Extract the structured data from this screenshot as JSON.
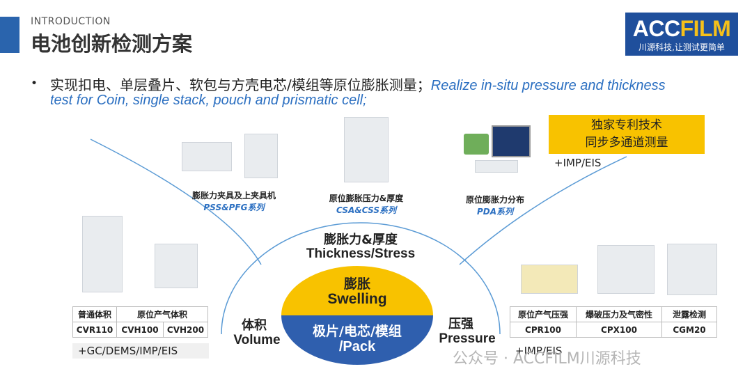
{
  "header": {
    "intro": "INTRODUCTION",
    "title": "电池创新检测方案"
  },
  "logo": {
    "brand_part1": "ACC",
    "brand_part2": "FILM",
    "tagline": "川源科技,让测试更简单"
  },
  "bullet": {
    "marker": "•",
    "cn_text": "实现扣电、单层叠片、软包与方壳电芯/模组等原位膨胀测量；",
    "en_text_line1": "Realize in-situ pressure and thickness",
    "en_text_line2": "test for Coin, single stack, pouch and prismatic cell;"
  },
  "patent": {
    "line1": "独家专利技术",
    "line2": "同步多通道测量",
    "plus": "+IMP/EIS"
  },
  "top_products": [
    {
      "label": "膨胀力夹具及上夹具机",
      "series": "PSS&PFG系列"
    },
    {
      "label": "原位膨胀压力&厚度",
      "series": "CSA&CSS系列"
    },
    {
      "label": "原位膨胀力分布",
      "series": "PDA系列"
    }
  ],
  "left_table": {
    "headers": [
      "普通体积",
      "原位产气体积"
    ],
    "models": [
      "CVR110",
      "CVH100",
      "CVH200"
    ],
    "plus": "+GC/DEMS/IMP/EIS"
  },
  "right_table": {
    "headers": [
      "原位产气压强",
      "爆破压力及气密性",
      "泄露检测"
    ],
    "models": [
      "CPR100",
      "CPX100",
      "CGM20"
    ],
    "plus": "+IMP/EIS"
  },
  "center": {
    "top_cn": "膨胀力&厚度",
    "top_en": "Thickness/Stress",
    "volume_cn": "体积",
    "volume_en": "Volume",
    "pressure_cn": "压强",
    "pressure_en": "Pressure",
    "swelling_cn": "膨胀",
    "swelling_en": "Swelling",
    "pack_cn": "极片/电芯/模组",
    "pack_en": "/Pack"
  },
  "watermark": "公众号 · ACCFILM川源科技",
  "colors": {
    "brand_blue": "#1f4f9c",
    "accent_yellow": "#f8c200",
    "center_blue": "#2f5fae",
    "arc_blue": "#5b9bd5",
    "english_blue": "#2b6fc1"
  }
}
